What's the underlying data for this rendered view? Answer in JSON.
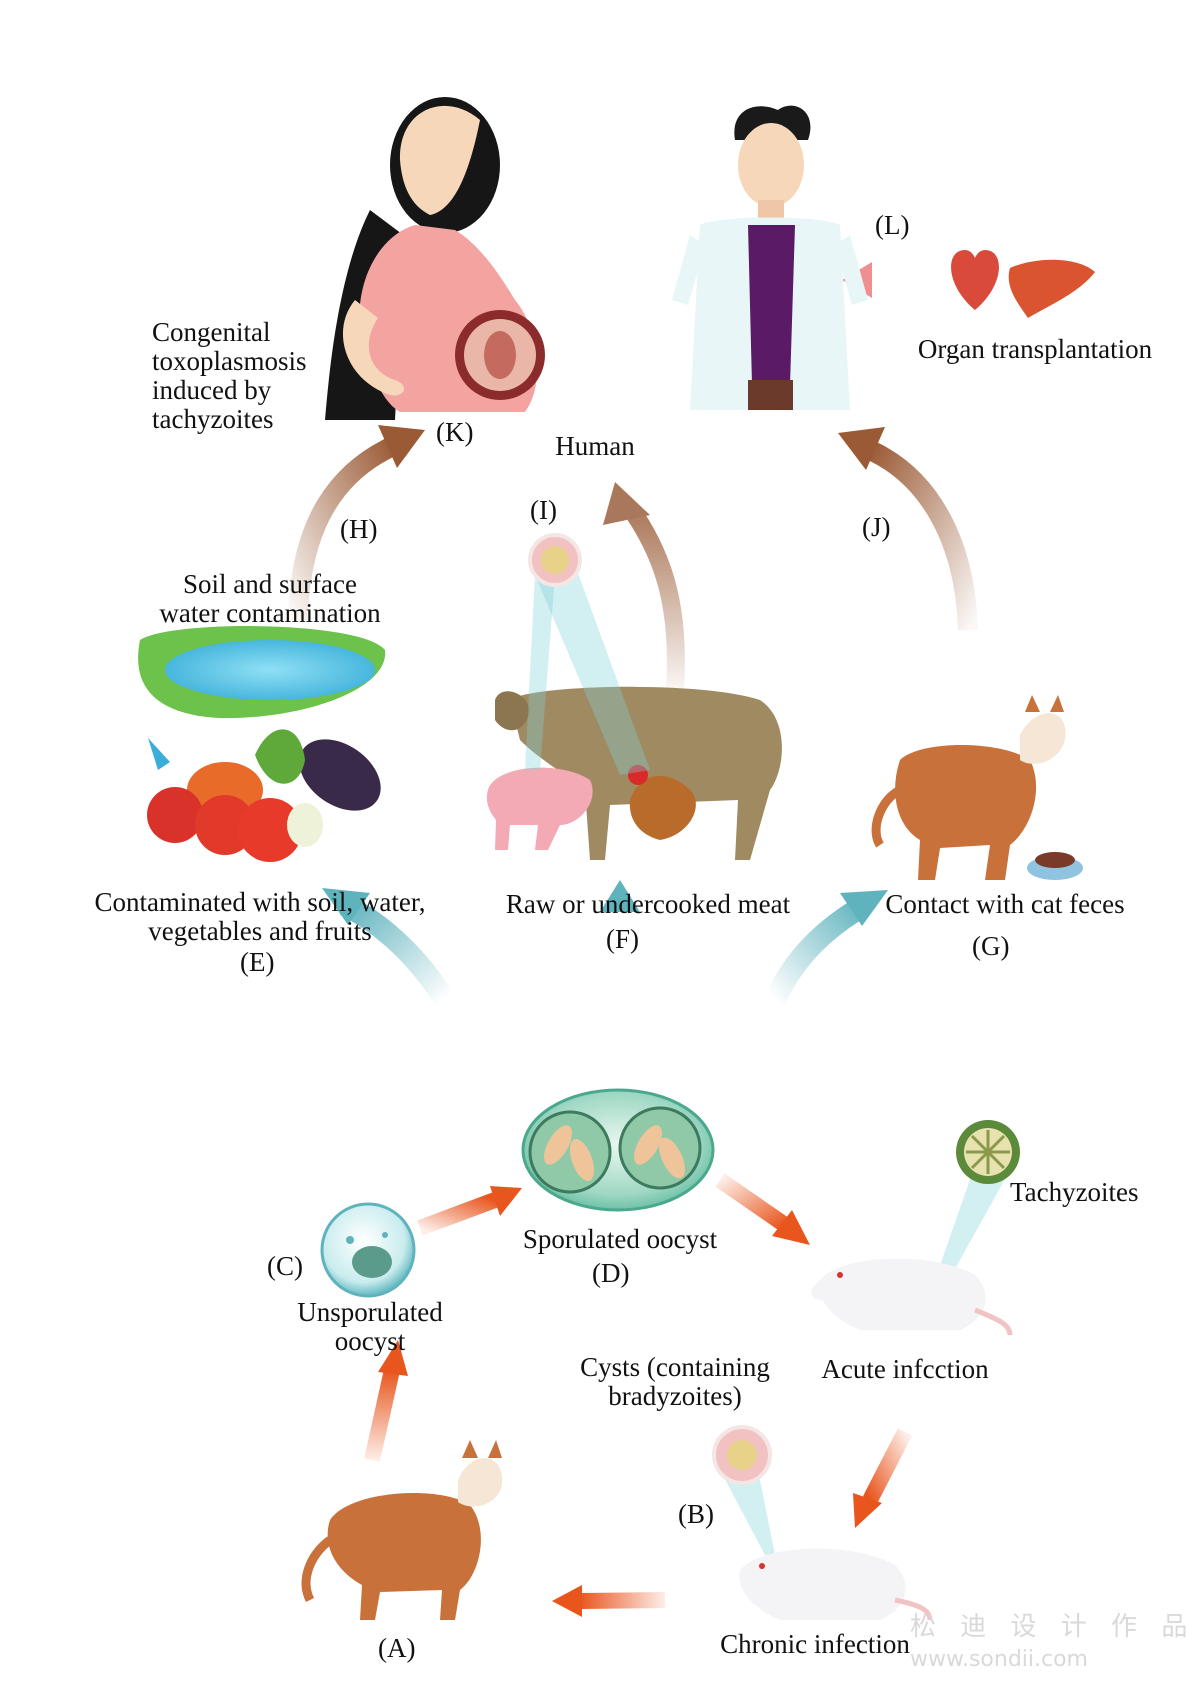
{
  "labels": {
    "human": "Human",
    "organ_transplantation": "Organ transplantation",
    "congenital": [
      "Congenital",
      "toxoplasmosis",
      "induced by",
      "tachyzoites"
    ],
    "soil_water": [
      "Soil and surface",
      "water contamination"
    ],
    "contaminated": [
      "Contaminated with soil, water,",
      "vegetables and fruits"
    ],
    "raw_meat": "Raw or undercooked meat",
    "cat_feces": "Contact with cat feces",
    "sporulated_oocyst": "Sporulated oocyst",
    "unsporulated_oocyst": [
      "Unsporulated",
      "oocyst"
    ],
    "tachyzoites": "Tachyzoites",
    "acute_infection": "Acute infcction",
    "cysts": [
      "Cysts (containing",
      "bradyzoites)"
    ],
    "chronic_infection": "Chronic infection"
  },
  "markers": {
    "A": "(A)",
    "B": "(B)",
    "C": "(C)",
    "D": "(D)",
    "E": "(E)",
    "F": "(F)",
    "G": "(G)",
    "H": "(H)",
    "I": "(I)",
    "J": "(J)",
    "K": "(K)",
    "L": "(L)"
  },
  "watermark": {
    "cn": "松 迪 设 计 作 品",
    "url": "www.sondii.com"
  },
  "colors": {
    "teal_arrow": "#5fb3bd",
    "orange_arrow": "#e8561e",
    "brown_arrow": "#9a5a35",
    "pink_arrow": "#f08f8f"
  }
}
